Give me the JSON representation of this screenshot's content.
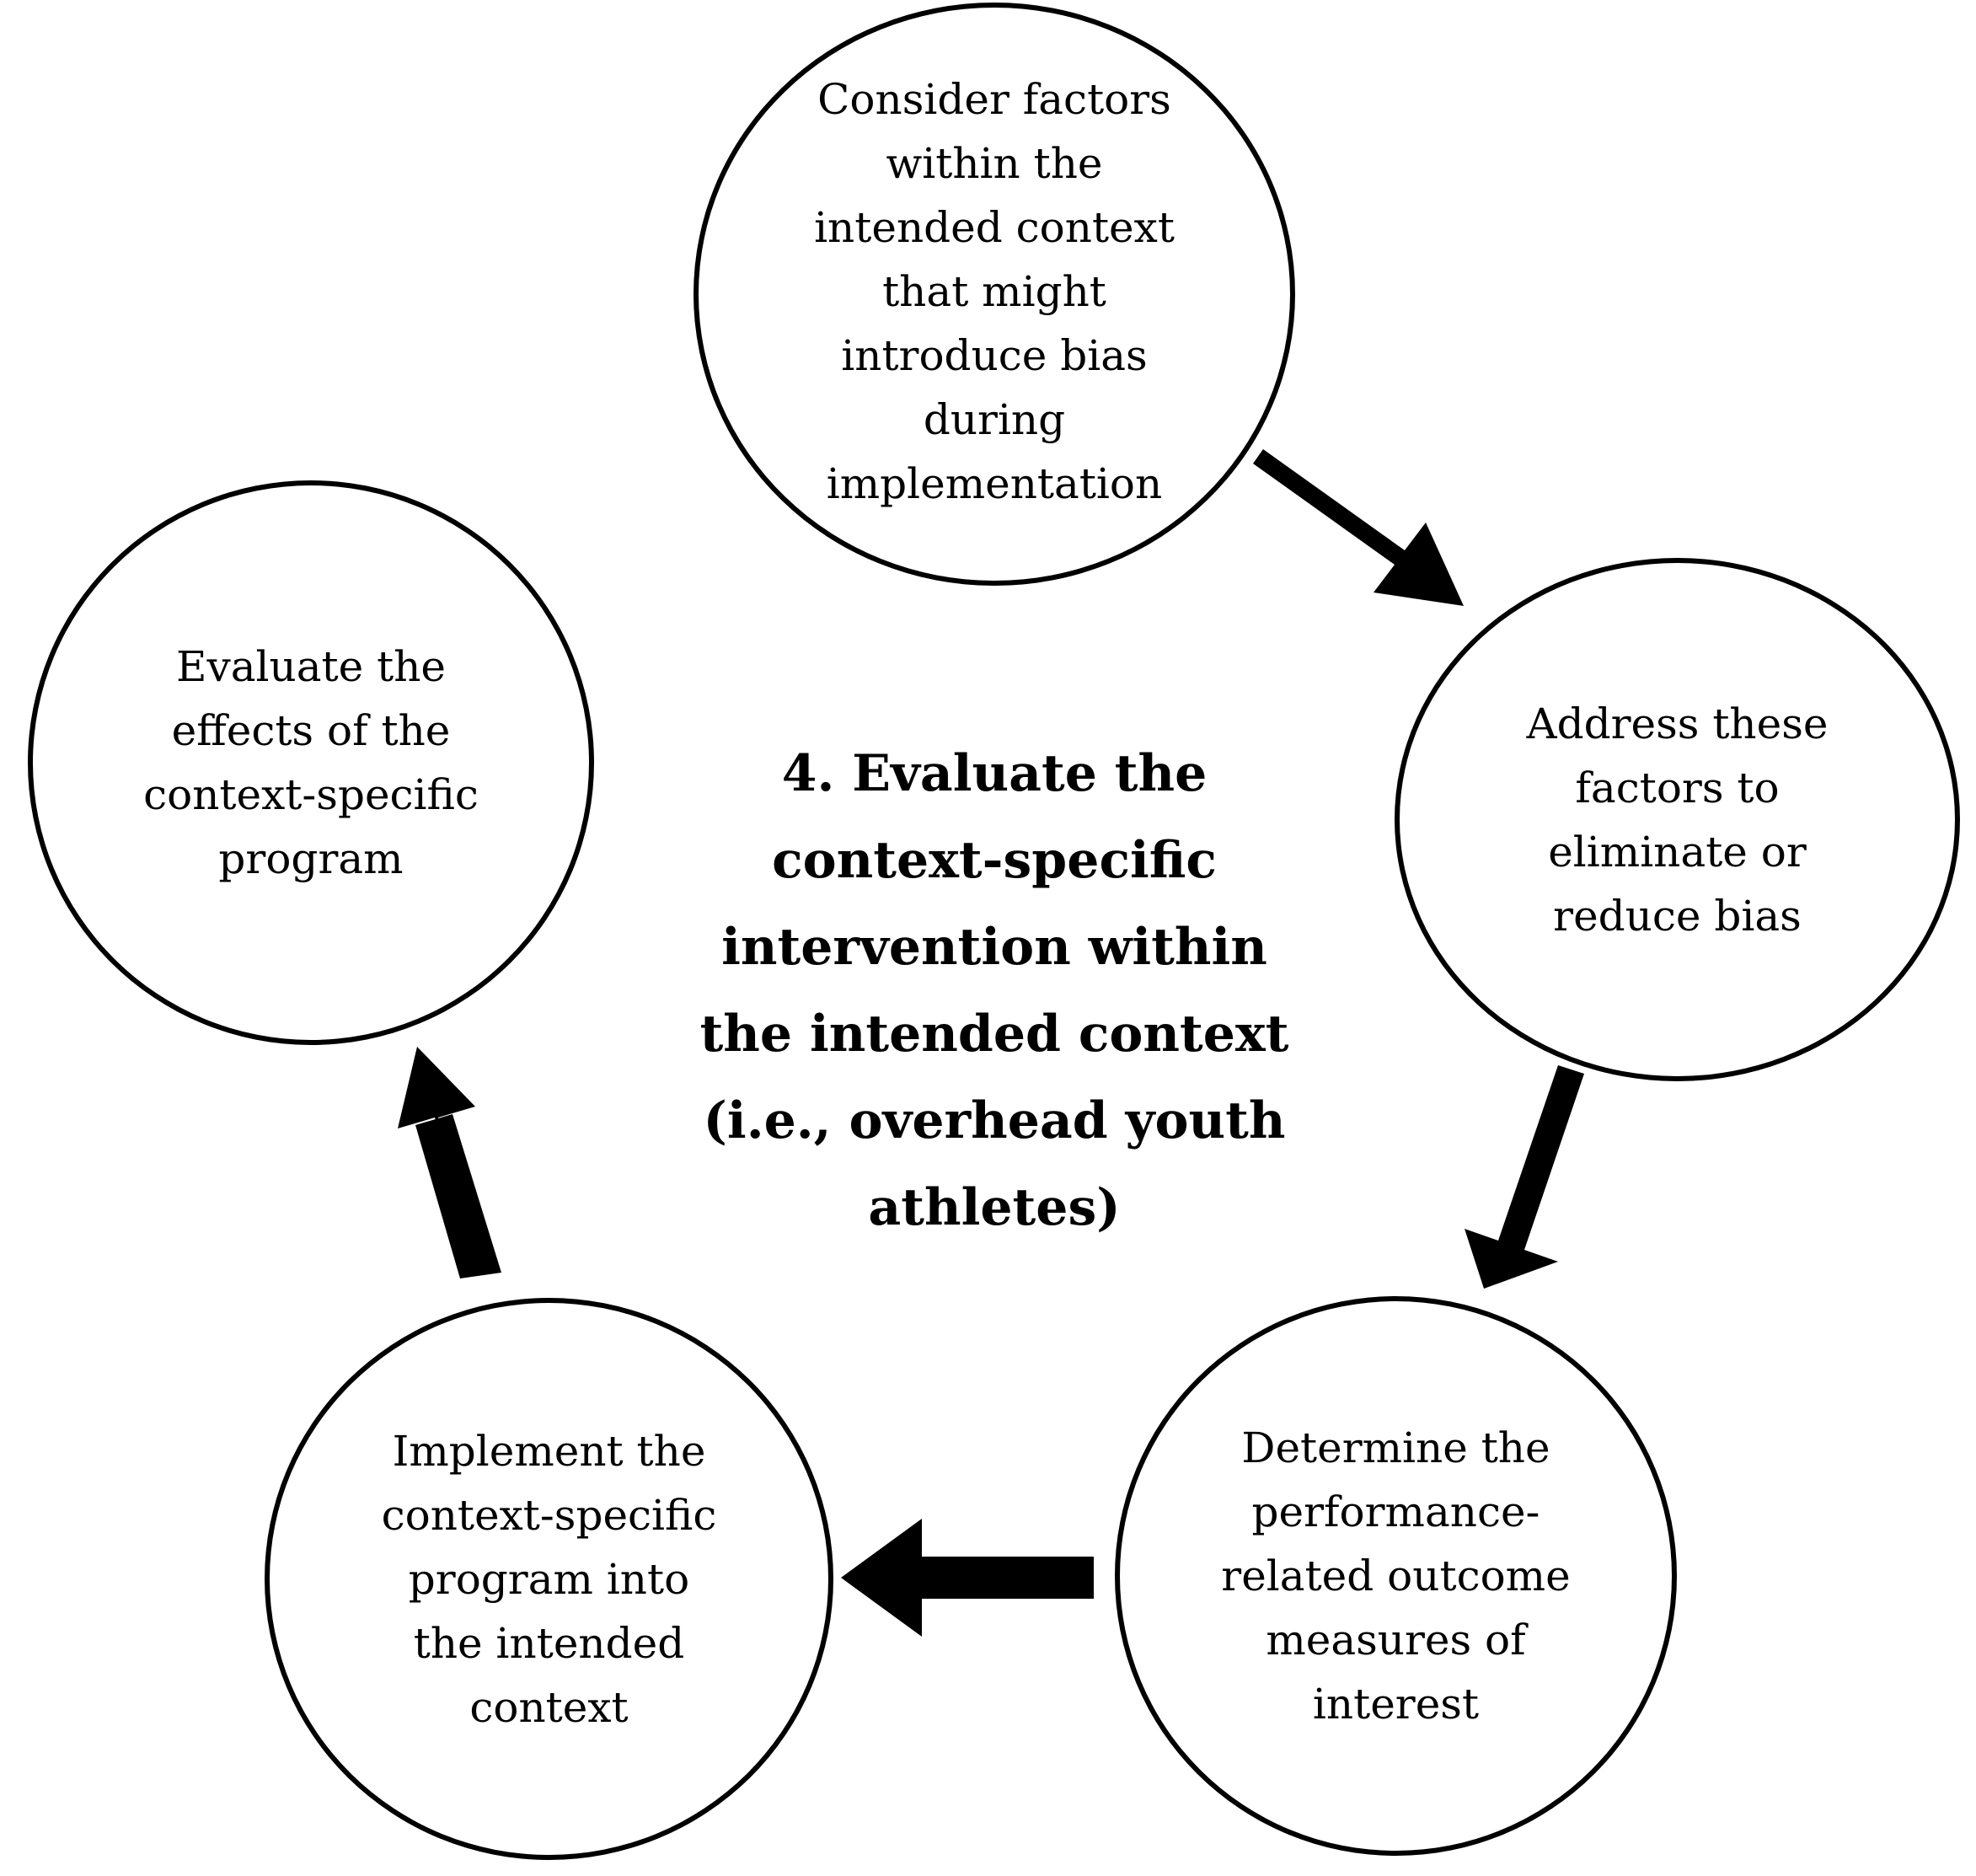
{
  "diagram": {
    "center_title": "4. Evaluate the\ncontext-specific\nintervention within\nthe intended context\n(i.e., overhead youth\nathletes)",
    "steps": [
      {
        "text": "Consider factors\nwithin the\nintended context\nthat might\nintroduce bias\nduring\nimplementation"
      },
      {
        "text": "Address these\nfactors to\neliminate or\nreduce bias"
      },
      {
        "text": "Determine the\nperformance-\nrelated outcome\nmeasures of\ninterest"
      },
      {
        "text": "Implement the\ncontext-specific\nprogram into\nthe intended\ncontext"
      },
      {
        "text": "Evaluate the\neffects of the\ncontext-specific\nprogram"
      }
    ],
    "colors": {
      "stroke": "#000000",
      "background": "#ffffff"
    }
  }
}
